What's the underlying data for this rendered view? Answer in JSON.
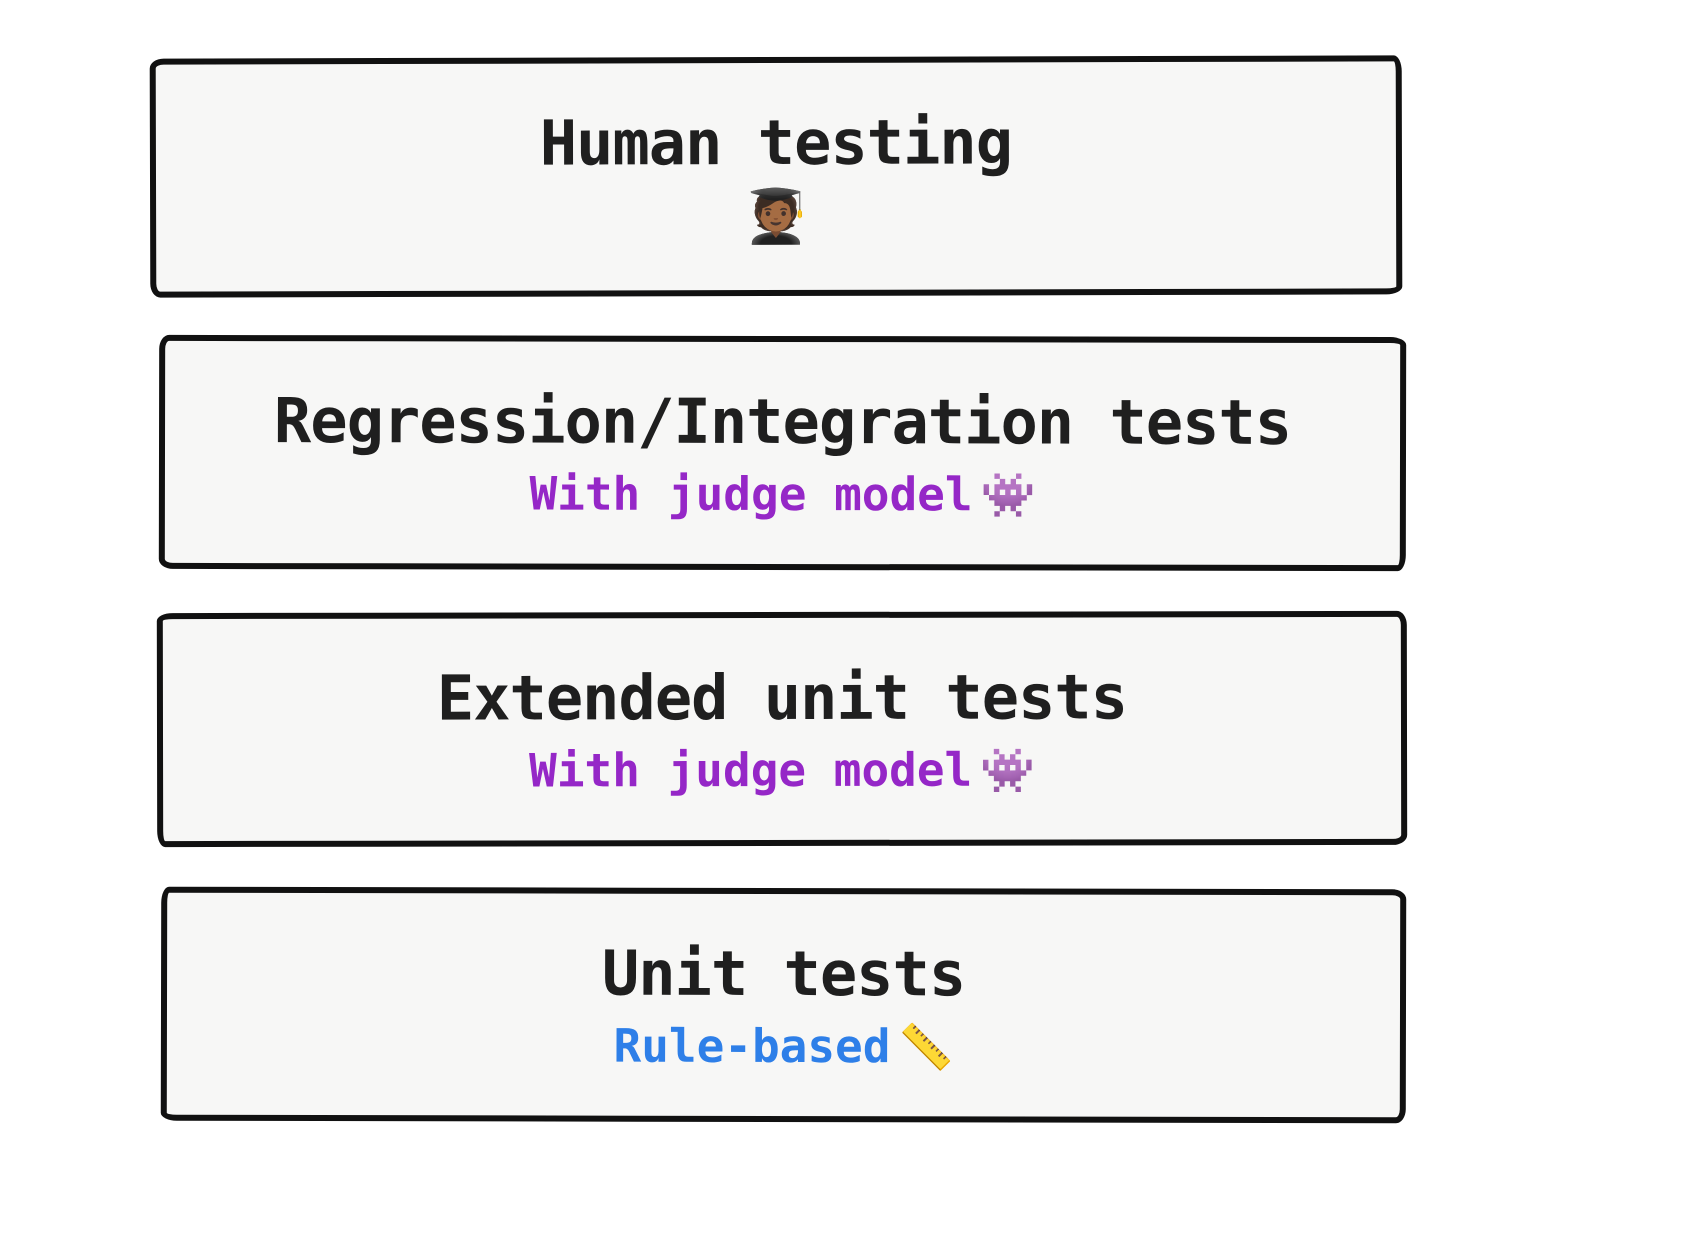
{
  "colors": {
    "border": "#111111",
    "box_background": "#f7f7f6",
    "title_text": "#1f1f1f",
    "judge_subtitle_purple": "#9527c7",
    "rule_subtitle_blue": "#2e7fe8"
  },
  "boxes": [
    {
      "title": "Human testing",
      "emoji": "🧑🏾‍🎓",
      "emoji_name": "student-emoji"
    },
    {
      "title": "Regression/Integration tests",
      "subtitle": "With judge model",
      "subtitle_color": "#9527c7",
      "emoji": "👾",
      "emoji_name": "alien-monster-icon"
    },
    {
      "title": "Extended unit tests",
      "subtitle": "With judge model",
      "subtitle_color": "#9527c7",
      "emoji": "👾",
      "emoji_name": "alien-monster-icon"
    },
    {
      "title": "Unit tests",
      "subtitle": "Rule-based",
      "subtitle_color": "#2e7fe8",
      "emoji": "📏",
      "emoji_name": "ruler-icon"
    }
  ]
}
